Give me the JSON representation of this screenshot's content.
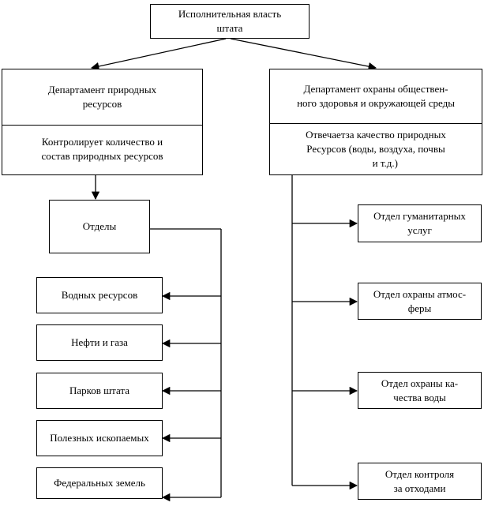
{
  "top": {
    "line1": "Исполнительная власть",
    "line2": "штата"
  },
  "left_dept": {
    "title_line1": "Департамент природных",
    "title_line2": "ресурсов",
    "desc_line1": "Контролирует количество и",
    "desc_line2": "состав природных ресурсов"
  },
  "right_dept": {
    "title_line1": "Департамент охраны обществен-",
    "title_line2": "ного здоровья и окружающей среды",
    "desc_line1": "Отвечаетза качество природных",
    "desc_line2": "Ресурсов (воды, воздуха, почвы",
    "desc_line3": "и т.д.)"
  },
  "otdely": "Отделы",
  "left_units": [
    "Водных ресурсов",
    "Нефти и газа",
    "Парков штата",
    "Полезных ископаемых",
    "Федеральных земель"
  ],
  "right_units": [
    {
      "line1": "Отдел гуманитарных",
      "line2": "услуг"
    },
    {
      "line1": "Отдел охраны атмос-",
      "line2": "феры"
    },
    {
      "line1": "Отдел охраны ка-",
      "line2": "чества воды"
    },
    {
      "line1": "Отдел контроля",
      "line2": "за отходами"
    }
  ]
}
